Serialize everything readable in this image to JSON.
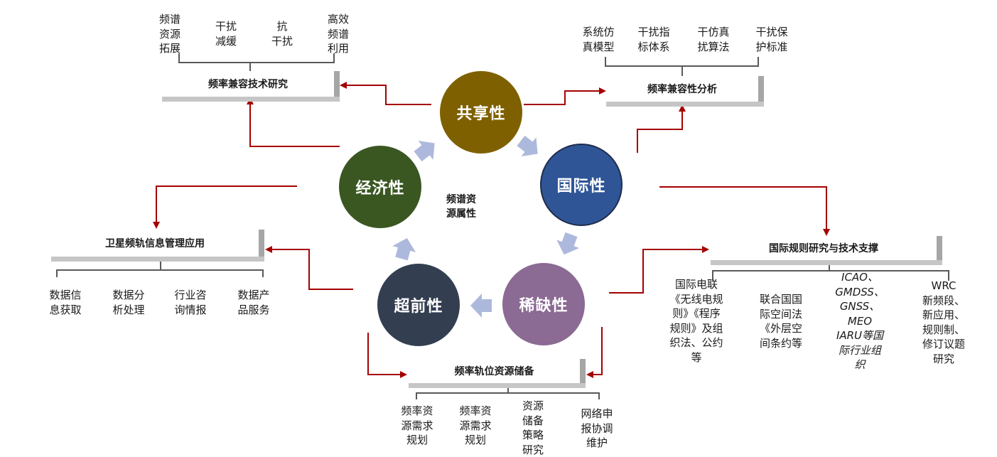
{
  "center_label": "频谱资\n源属性",
  "attributes": {
    "sharing": {
      "label": "共享性",
      "color": "#7F6000"
    },
    "international": {
      "label": "国际性",
      "color": "#2F5597"
    },
    "scarcity": {
      "label": "稀缺性",
      "color": "#8B6A93"
    },
    "advance": {
      "label": "超前性",
      "color": "#333F50"
    },
    "economic": {
      "label": "经济性",
      "color": "#3A5722"
    }
  },
  "boxes": {
    "compat_tech": {
      "title": "频率兼容技术研究",
      "children": [
        "频谱\n资源\n拓展",
        "干扰\n减缓",
        "抗\n干扰",
        "高效\n频谱\n利用"
      ]
    },
    "compat_analysis": {
      "title": "频率兼容性分析",
      "children": [
        "系统仿\n真模型",
        "干扰指\n标体系",
        "干仿真\n扰算法",
        "干扰保\n护标准"
      ]
    },
    "intl_rules": {
      "title": "国际规则研究与技术支撑",
      "children": [
        "国际电联\n《无线电规\n则》《程序\n规则》及组\n织法、公约\n等",
        "联合国国\n际空间法\n《外层空\n间条约等",
        "ICAO、\nGMDSS、\nGNSS、\nMEO\nIARU等国\n际行业组\n织",
        "WRC\n新频段、\n新应用、\n规则制、\n修订议题\n研究"
      ]
    },
    "satellite_info": {
      "title": "卫星频轨信息管理应用",
      "children": [
        "数据信\n息获取",
        "数据分\n析处理",
        "行业咨\n询情报",
        "数据产\n品服务"
      ]
    },
    "orbit_reserve": {
      "title": "频率轨位资源储备",
      "children": [
        "频率资\n源需求\n规划",
        "频率资\n源需求\n规划",
        "资源\n储备\n策略\n研究",
        "网络申\n报协调\n维护"
      ]
    }
  },
  "colors": {
    "connector": "#A50000",
    "bracket": "#595959",
    "cycle_arrow": "#ADB9DC"
  }
}
